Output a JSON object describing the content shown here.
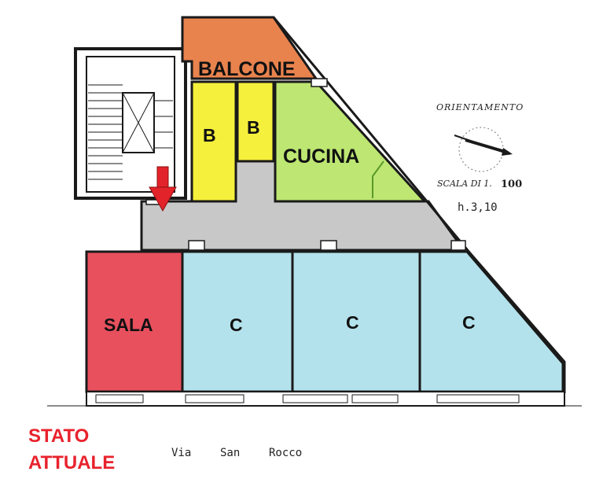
{
  "title": {
    "line1": "STATO",
    "line2": "ATTUALE"
  },
  "street": {
    "word1": "Via",
    "word2": "San",
    "word3": "Rocco"
  },
  "rooms": {
    "balcone": "BALCONE",
    "bath1": "B",
    "bath2": "B",
    "cucina": "CUCINA",
    "sala": "SALA",
    "room1": "C",
    "room2": "C",
    "room3": "C"
  },
  "orientation": {
    "label": "ORIENTAMENTO",
    "scale_prefix": "SCALA DI 1.",
    "scale_value": "100",
    "height": "h.3,10"
  },
  "colors": {
    "balcone": "#e8834e",
    "bath": "#f5f03c",
    "cucina": "#bde672",
    "sala": "#e8505e",
    "room": "#b4e2ec",
    "corridor": "#c8c8c8",
    "wall": "#1a1a1a",
    "arrow": "#e3232a",
    "title": "#e8222c"
  }
}
